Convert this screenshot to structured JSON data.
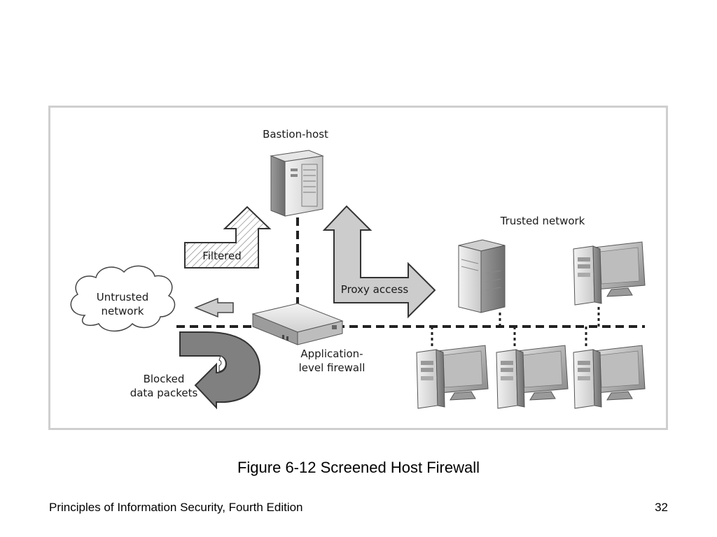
{
  "diagram": {
    "bastion_host": "Bastion-host",
    "trusted_network": "Trusted network",
    "filtered": "Filtered",
    "untrusted_network": [
      "Untrusted",
      "network"
    ],
    "proxy_access": "Proxy access",
    "application_firewall": [
      "Application-",
      "level firewall"
    ],
    "blocked_packets": [
      "Blocked",
      "data packets"
    ]
  },
  "caption": "Figure 6-12 Screened Host Firewall",
  "footer": {
    "book": "Principles of Information Security, Fourth Edition",
    "page": "32"
  }
}
